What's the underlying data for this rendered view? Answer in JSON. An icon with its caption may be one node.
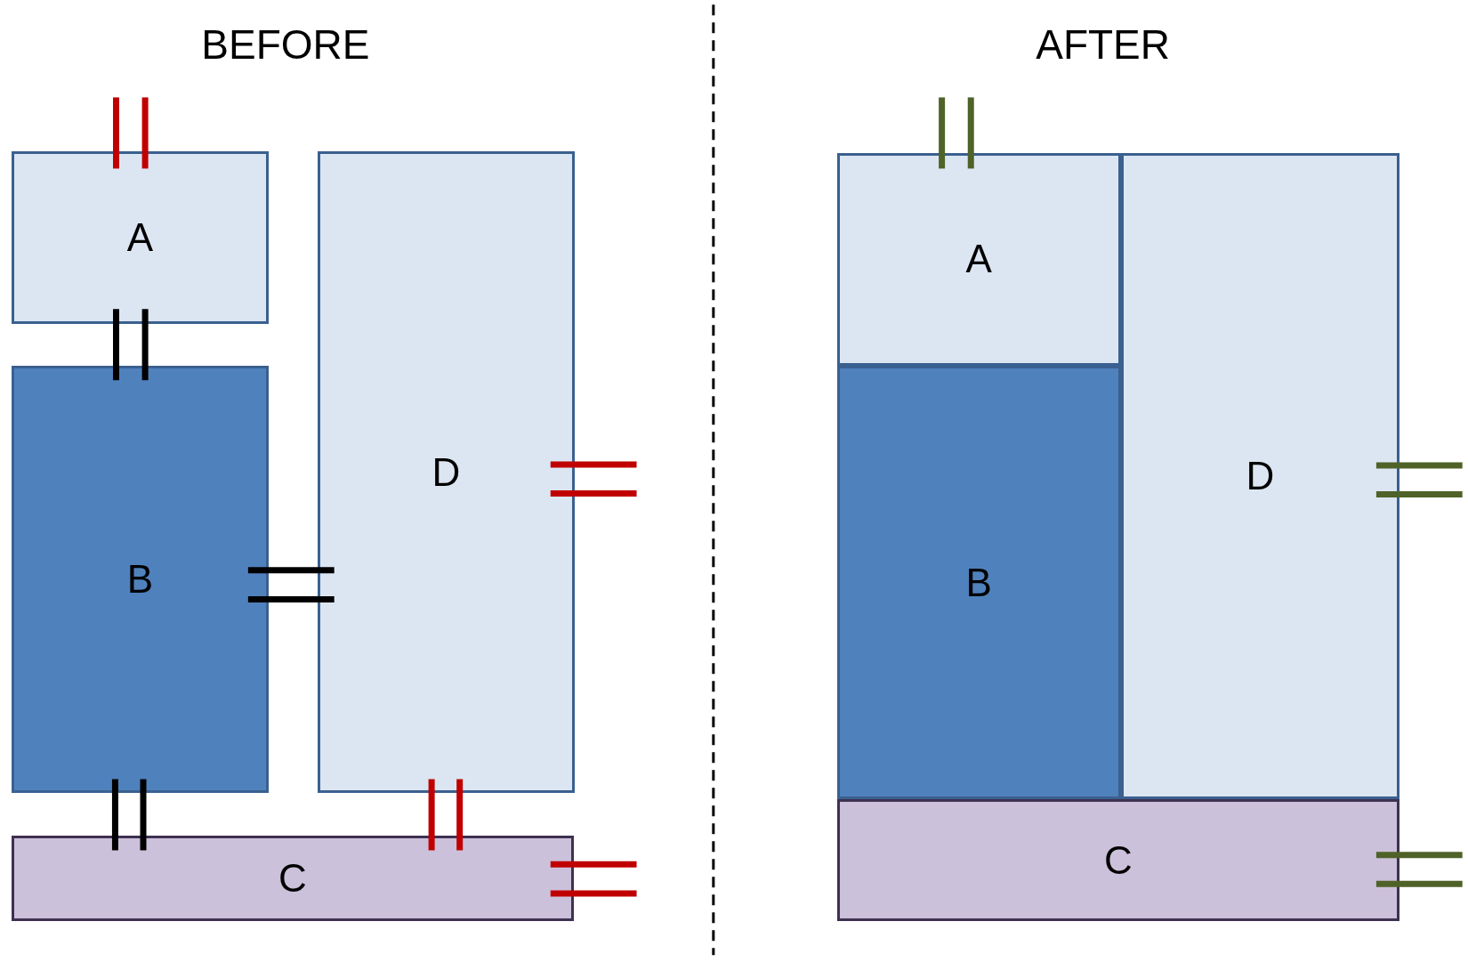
{
  "diagram": {
    "nodes": [
      {
        "text": [
          "A"
        ]
      },
      {
        "text": [
          "D"
        ]
      },
      {
        "text": [
          "B"
        ]
      },
      {
        "text": [
          "C"
        ]
      },
      {
        "text": [
          "A"
        ]
      },
      {
        "text": [
          "D"
        ]
      },
      {
        "text": [
          "B"
        ]
      },
      {
        "text": [
          "C"
        ]
      }
    ],
    "labels": [
      "BEFORE",
      "AFTER"
    ]
  }
}
